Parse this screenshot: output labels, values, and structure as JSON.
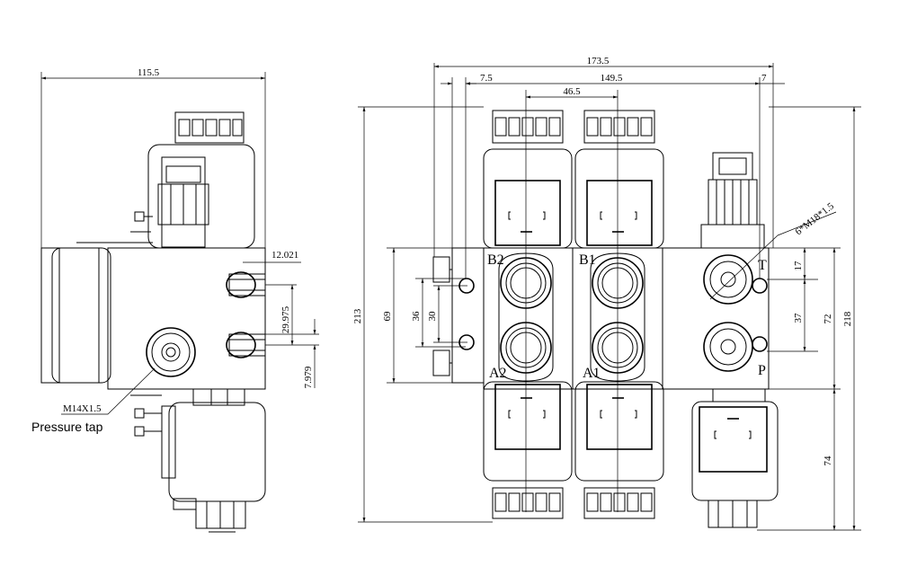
{
  "side_view": {
    "dims": {
      "width_overall": "115.5",
      "port_offset": "12.021",
      "port_pitch": "29.975",
      "port_lower": "7.979"
    },
    "thread_label": "M14X1.5",
    "callout": "Pressure tap"
  },
  "front_view": {
    "dims": {
      "overall_width": "173.5",
      "left_offset": "7.5",
      "body_width": "149.5",
      "right_offset": "7",
      "section_pitch": "46.5",
      "overall_height": "213",
      "body_height": "69",
      "port_span": "36",
      "port_pitch": "30",
      "right_height": "218",
      "inlet_height": "72",
      "inlet_pitch": "37",
      "inlet_top": "17",
      "coil_height": "74"
    },
    "thread_label": "6*M18*1.5",
    "ports": {
      "b2": "B2",
      "b1": "B1",
      "a2": "A2",
      "a1": "A1",
      "t": "T",
      "p": "P"
    }
  }
}
